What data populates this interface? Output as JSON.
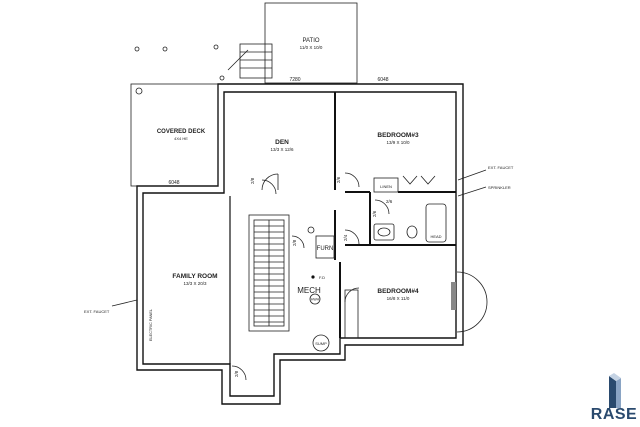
{
  "rooms": {
    "patio": {
      "name": "PATIO",
      "dims": "11/0 X 10/0"
    },
    "covered_deck": {
      "name": "COVERED DECK",
      "dims": "4X4 HE"
    },
    "den": {
      "name": "DEN",
      "dims": "13/3 X 12/6"
    },
    "bedroom3": {
      "name": "BEDROOM#3",
      "dims": "13/9 X 10/0"
    },
    "bedroom4": {
      "name": "BEDROOM#4",
      "dims": "16/8 X 11/0"
    },
    "family_room": {
      "name": "FAMILY ROOM",
      "dims": "13/3 X 20/3"
    },
    "mech": {
      "name": "MECH"
    }
  },
  "fixtures": {
    "furn": "FURN",
    "linen": "LINEN",
    "head": "HEAD",
    "fd": "F.D",
    "hwh": "HWH",
    "sump": "SUMP",
    "electric_panel": "ELECTRIC PANEL"
  },
  "dimensions": {
    "d7280": "7280",
    "d6048a": "6048",
    "d6048b": "6048",
    "door1": "2/8",
    "door2": "2/6",
    "door3": "2/6",
    "door4": "2/6",
    "door5": "2/8",
    "door6": "2/4",
    "door7": "2/8"
  },
  "notes": {
    "ext_faucet_right": "EXT. FAUCET",
    "sprinkler": "SPRINKLER",
    "ext_faucet_left": "EXT. FAUCET"
  },
  "logo": {
    "text": "RASE",
    "color": "#2a4a6e"
  }
}
